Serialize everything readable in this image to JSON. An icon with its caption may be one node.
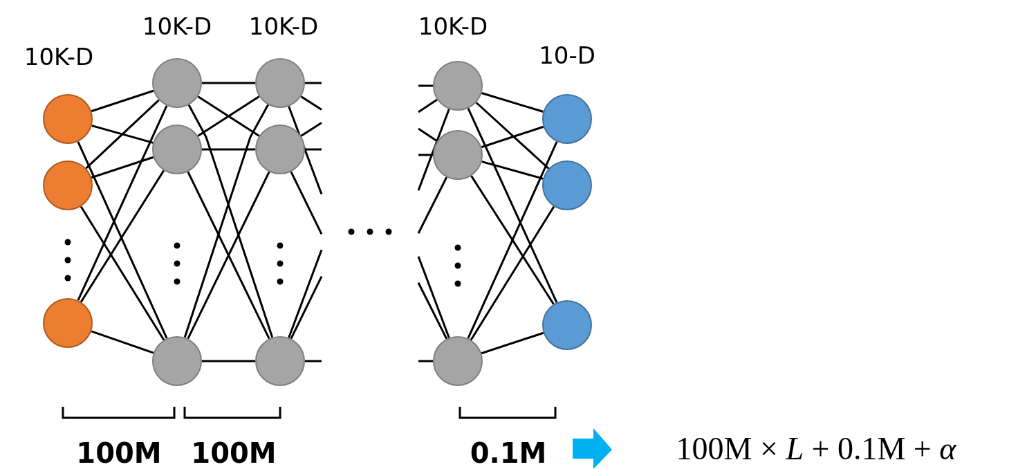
{
  "diagram": {
    "nodes": [
      {
        "text": [],
        "shape": "circle"
      },
      {
        "text": [],
        "shape": "circle"
      },
      {
        "text": [],
        "shape": "circle"
      },
      {
        "text": [],
        "shape": "circle"
      },
      {
        "text": [],
        "shape": "circle"
      },
      {
        "text": [],
        "shape": "circle"
      },
      {
        "text": [],
        "shape": "circle"
      },
      {
        "text": [],
        "shape": "circle"
      },
      {
        "text": [],
        "shape": "circle"
      },
      {
        "text": [],
        "shape": "circle"
      },
      {
        "text": [],
        "shape": "circle"
      },
      {
        "text": [],
        "shape": "circle"
      },
      {
        "text": [],
        "shape": "circle"
      },
      {
        "text": [],
        "shape": "circle"
      },
      {
        "text": [],
        "shape": "circle"
      }
    ],
    "edges": [
      {
        "from": 0,
        "to": 3,
        "arrow": "none"
      },
      {
        "from": 0,
        "to": 4,
        "arrow": "none"
      },
      {
        "from": 0,
        "to": 5,
        "arrow": "none"
      },
      {
        "from": 1,
        "to": 3,
        "arrow": "none"
      },
      {
        "from": 1,
        "to": 4,
        "arrow": "none"
      },
      {
        "from": 1,
        "to": 5,
        "arrow": "none"
      },
      {
        "from": 2,
        "to": 3,
        "arrow": "none"
      },
      {
        "from": 2,
        "to": 4,
        "arrow": "none"
      },
      {
        "from": 2,
        "to": 5,
        "arrow": "none"
      },
      {
        "from": 3,
        "to": 6,
        "arrow": "none"
      },
      {
        "from": 3,
        "to": 7,
        "arrow": "none"
      },
      {
        "from": 3,
        "to": 8,
        "arrow": "none"
      },
      {
        "from": 4,
        "to": 6,
        "arrow": "none"
      },
      {
        "from": 4,
        "to": 7,
        "arrow": "none"
      },
      {
        "from": 4,
        "to": 8,
        "arrow": "none"
      },
      {
        "from": 5,
        "to": 6,
        "arrow": "none"
      },
      {
        "from": 5,
        "to": 7,
        "arrow": "none"
      },
      {
        "from": 5,
        "to": 8,
        "arrow": "none"
      },
      {
        "from": 6,
        "to": null,
        "arrow": "none"
      },
      {
        "from": 6,
        "to": null,
        "arrow": "none"
      },
      {
        "from": 6,
        "to": null,
        "arrow": "none"
      },
      {
        "from": 7,
        "to": null,
        "arrow": "none"
      },
      {
        "from": 7,
        "to": null,
        "arrow": "none"
      },
      {
        "from": 7,
        "to": null,
        "arrow": "none"
      },
      {
        "from": 8,
        "to": null,
        "arrow": "none"
      },
      {
        "from": 8,
        "to": null,
        "arrow": "none"
      },
      {
        "from": 8,
        "to": null,
        "arrow": "none"
      },
      {
        "from": null,
        "to": 9,
        "arrow": "none"
      },
      {
        "from": null,
        "to": 10,
        "arrow": "none"
      },
      {
        "from": null,
        "to": 11,
        "arrow": "none"
      },
      {
        "from": null,
        "to": 9,
        "arrow": "none"
      },
      {
        "from": null,
        "to": 10,
        "arrow": "none"
      },
      {
        "from": null,
        "to": 11,
        "arrow": "none"
      },
      {
        "from": null,
        "to": 9,
        "arrow": "none"
      },
      {
        "from": null,
        "to": 10,
        "arrow": "none"
      },
      {
        "from": null,
        "to": 11,
        "arrow": "none"
      },
      {
        "from": 9,
        "to": 12,
        "arrow": "none"
      },
      {
        "from": 9,
        "to": 13,
        "arrow": "none"
      },
      {
        "from": 9,
        "to": 14,
        "arrow": "none"
      },
      {
        "from": 10,
        "to": 12,
        "arrow": "none"
      },
      {
        "from": 10,
        "to": 13,
        "arrow": "none"
      },
      {
        "from": 10,
        "to": 14,
        "arrow": "none"
      },
      {
        "from": 11,
        "to": 12,
        "arrow": "none"
      },
      {
        "from": 11,
        "to": 13,
        "arrow": "none"
      },
      {
        "from": 11,
        "to": 14,
        "arrow": "none"
      }
    ],
    "labels": [
      "10K-D",
      "10K-D",
      "10K-D",
      "10K-D",
      "10-D",
      "100M",
      "100M",
      "0.1M",
      "100M × *L* + 0.1M + *α*"
    ]
  }
}
